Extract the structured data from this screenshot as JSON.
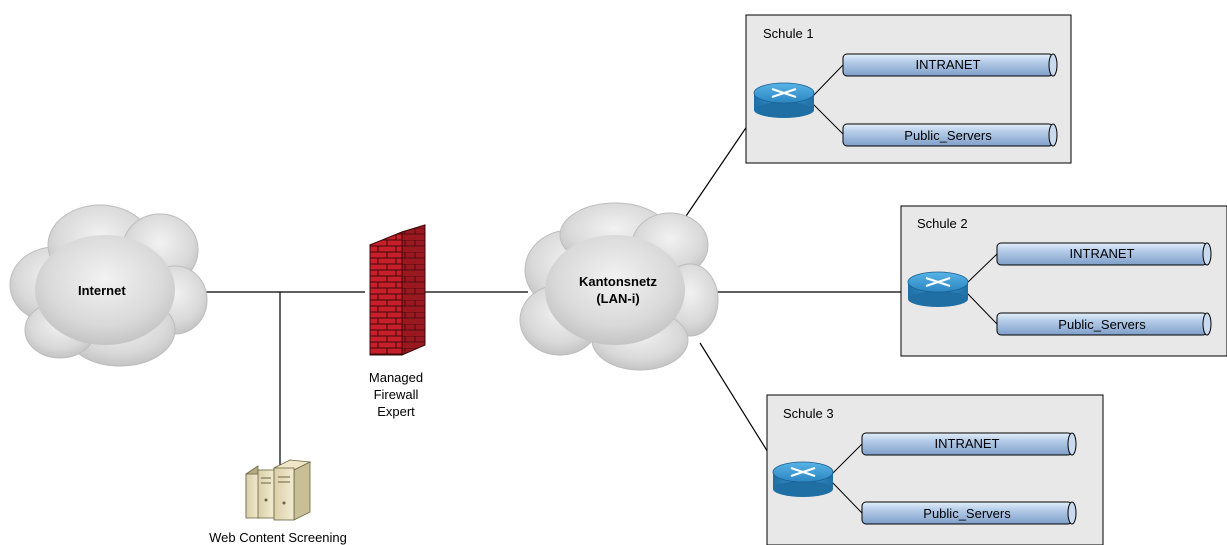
{
  "internet": {
    "label": "Internet"
  },
  "kantonsnetz": {
    "line1": "Kantonsnetz",
    "line2": "(LAN-i)"
  },
  "firewall": {
    "line1": "Managed",
    "line2": "Firewall",
    "line3": "Expert"
  },
  "web_screening": {
    "label": "Web Content Screening"
  },
  "schools": [
    {
      "name": "Schule 1",
      "tube1": "INTRANET",
      "tube2": "Public_Servers"
    },
    {
      "name": "Schule 2",
      "tube1": "INTRANET",
      "tube2": "Public_Servers"
    },
    {
      "name": "Schule 3",
      "tube1": "INTRANET",
      "tube2": "Public_Servers"
    }
  ],
  "colors": {
    "cloud": "#d6d6d6",
    "firewall_brick": "#c8202a",
    "router": "#2f8fc8",
    "tube": "#a9c4e4",
    "school_box": "#e8e8e8"
  }
}
